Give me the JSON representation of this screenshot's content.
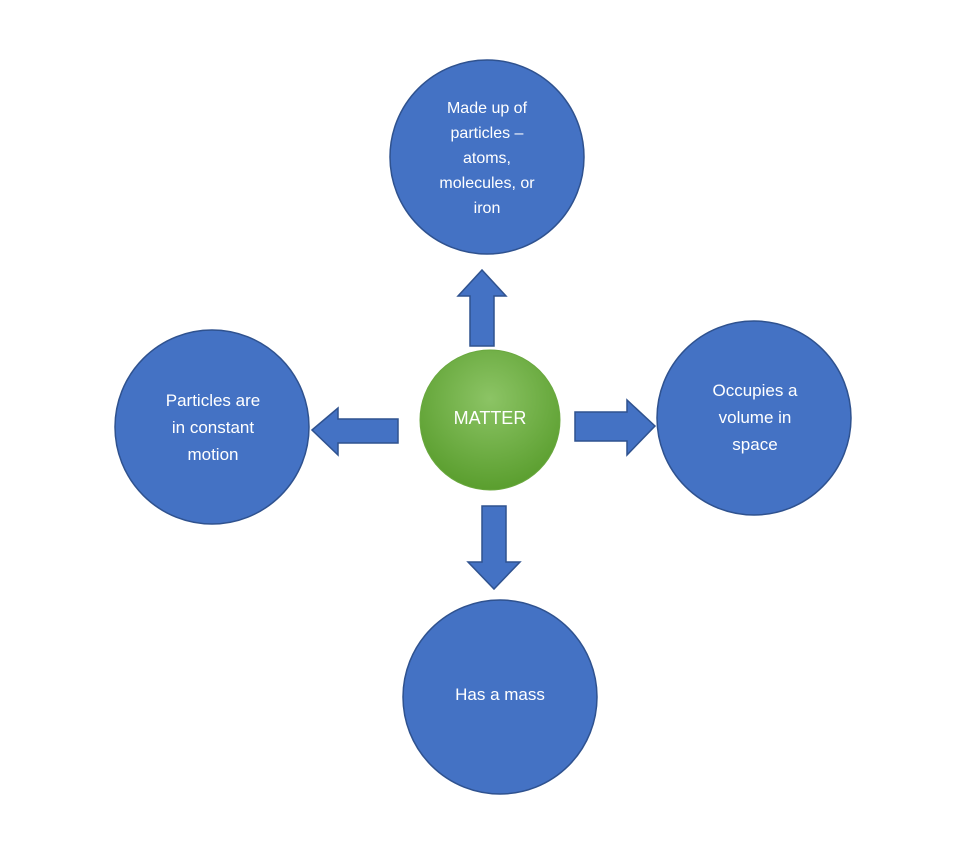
{
  "colors": {
    "circle_fill": "#4472c4",
    "circle_stroke": "#2f528f",
    "arrow_fill": "#4472c4",
    "arrow_stroke": "#2f528f",
    "center_light": "#8cc465",
    "center_dark": "#5a9e2e",
    "text": "#ffffff"
  },
  "center": {
    "label": "MATTER"
  },
  "nodes": {
    "top": {
      "lines": [
        "Made up of",
        "particles –",
        "atoms,",
        "molecules, or",
        "iron"
      ]
    },
    "left": {
      "lines": [
        "Particles are",
        "in constant",
        "motion"
      ]
    },
    "right": {
      "lines": [
        "Occupies a",
        "volume in",
        "space"
      ]
    },
    "bottom": {
      "lines": [
        "Has a mass"
      ]
    }
  }
}
